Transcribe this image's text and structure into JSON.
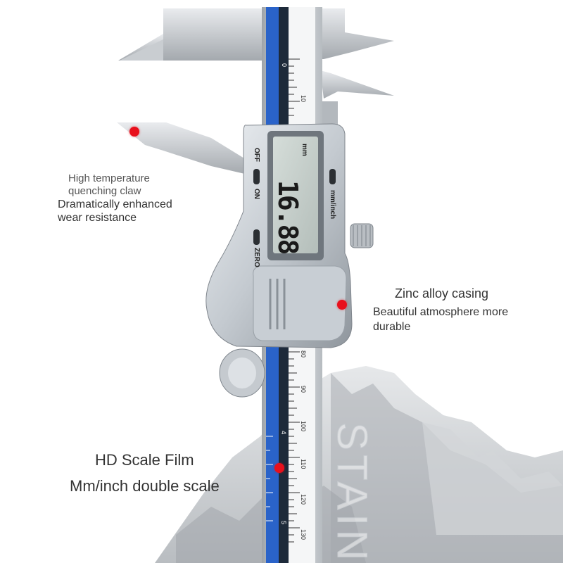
{
  "annotations": {
    "claw_title_line1": "High temperature",
    "claw_title_line2": "quenching claw",
    "claw_desc_line1": "Dramatically enhanced",
    "claw_desc_line2": "wear resistance",
    "casing_title": "Zinc alloy casing",
    "casing_desc_line1": "Beautiful atmosphere more",
    "casing_desc_line2": "durable",
    "scale_title": "HD Scale Film",
    "scale_desc": "Mm/inch double scale"
  },
  "device": {
    "display_unit": "mm",
    "display_value": "16.88",
    "off_label": "OFF",
    "on_label": "ON",
    "zero_label": "ZERO",
    "mode_label": "mm/inch",
    "scale_top": [
      "0",
      "10"
    ],
    "scale_bottom": [
      "80",
      "90",
      "100",
      "110",
      "120",
      "130"
    ],
    "inch_marks": [
      "4",
      "5"
    ]
  },
  "watermark": "STAIN",
  "colors": {
    "marker": "#e8101c",
    "scale_blue": "#2a63c9",
    "lcd": "#c9d3cf"
  }
}
